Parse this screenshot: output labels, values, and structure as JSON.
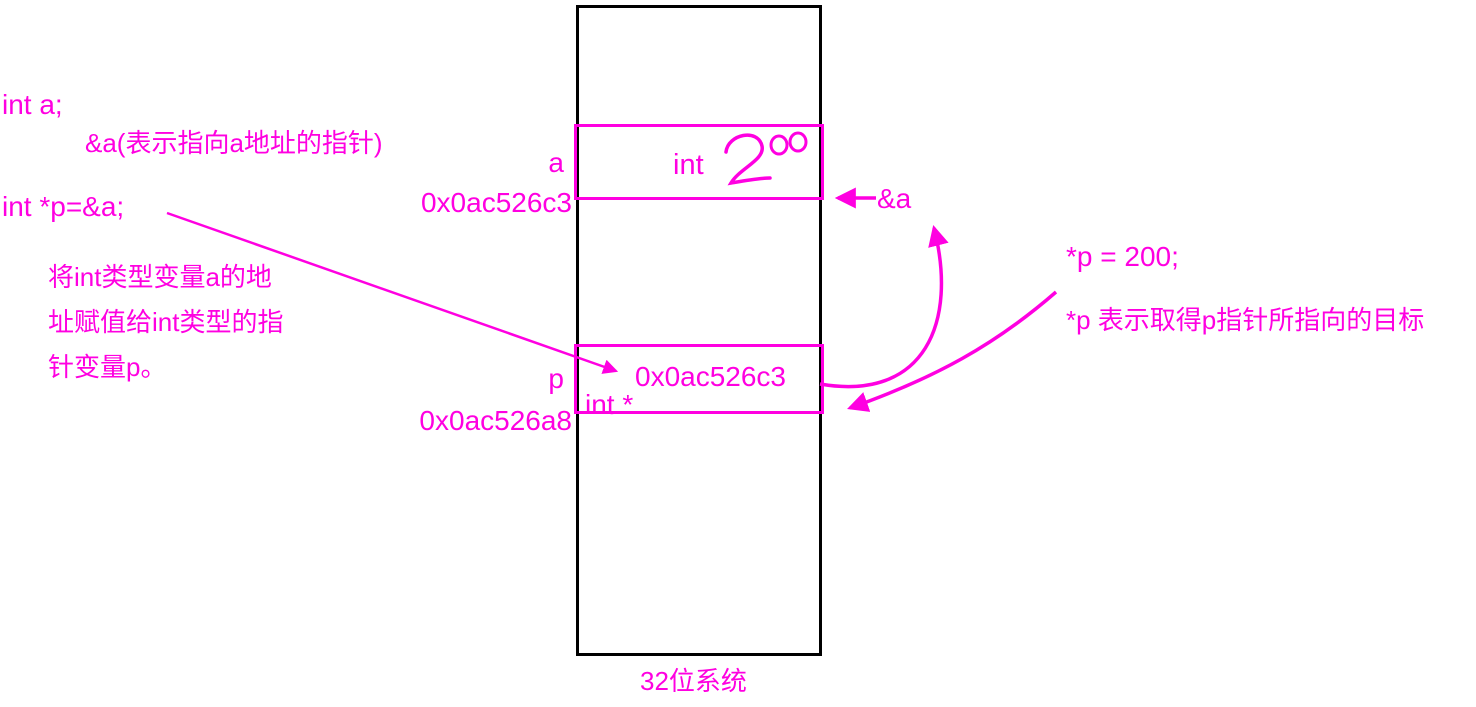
{
  "colors": {
    "accent": "#ff00e1",
    "ink": "#000000"
  },
  "left_notes": {
    "decl_a": "int a;",
    "amp_note": "&a(表示指向a地址的指针)",
    "decl_p": "int *p=&a;",
    "para": {
      "l1": "将int类型变量a的地",
      "l2": "址赋值给int类型的指",
      "l3": "针变量p。"
    }
  },
  "memory": {
    "caption": "32位系统",
    "cell_a": {
      "label": "a",
      "address": "0x0ac526c3",
      "type": "int",
      "value": "200"
    },
    "cell_p": {
      "label": "p",
      "address": "0x0ac526a8",
      "type": "int *",
      "value": "0x0ac526c3"
    }
  },
  "right_notes": {
    "amp_a": "&a",
    "deref_assign": "*p = 200;",
    "deref_explain": "*p 表示取得p指针所指向的目标"
  }
}
